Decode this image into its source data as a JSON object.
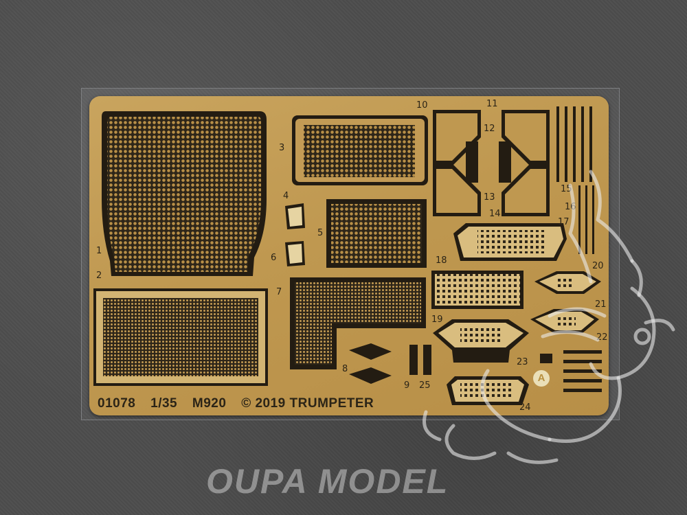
{
  "fret": {
    "kit_number": "01078",
    "scale": "1/35",
    "vehicle": "M920",
    "copyright": "© 2019 TRUMPETER",
    "sheet_letter": "A",
    "part_numbers": [
      "1",
      "2",
      "3",
      "4",
      "5",
      "6",
      "7",
      "8",
      "9",
      "10",
      "11",
      "12",
      "13",
      "14",
      "15",
      "16",
      "17",
      "18",
      "19",
      "20",
      "21",
      "22",
      "23",
      "24",
      "25"
    ]
  },
  "watermark": {
    "text": "OUPA MODEL"
  },
  "colors": {
    "brass": "#c9a45e",
    "background": "#4a4a4a",
    "etch": "#2b2417"
  }
}
